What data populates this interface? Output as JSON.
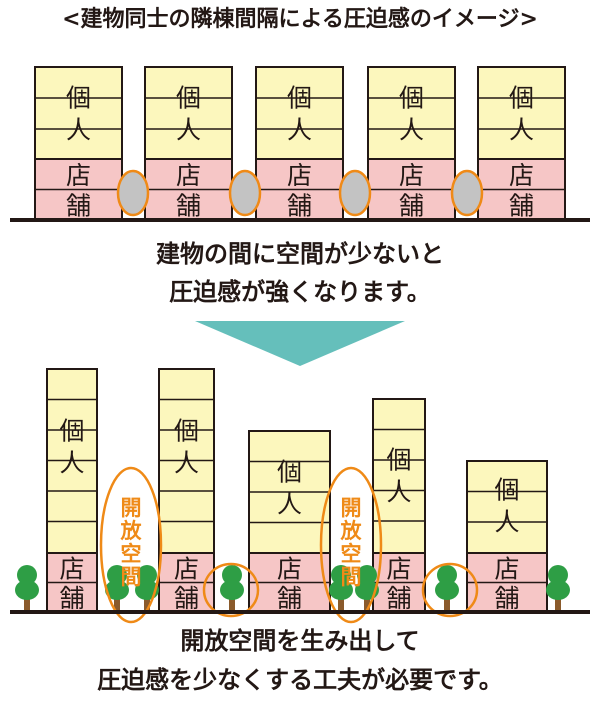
{
  "title": "<建物同士の隣棟間隔による圧迫感のイメージ>",
  "building_label_upper": "個人",
  "building_label_lower": "店舗",
  "open_space_label": "開放空間",
  "caption_top": [
    "建物の間に空間が少ないと",
    "圧迫感が強くなります。"
  ],
  "caption_bottom": [
    "開放空間を生み出して",
    "圧迫感を少なくする工夫が必要です。"
  ],
  "colors": {
    "residential_fill": "#fcf7bd",
    "shop_fill": "#f6c6c6",
    "outline": "#231815",
    "gap_circle_fill": "#c3c3c3",
    "orange": "#ef8a17",
    "arrow": "#65bfbb",
    "tree_green": "#2e9e45",
    "tree_trunk": "#8a5a2b"
  }
}
